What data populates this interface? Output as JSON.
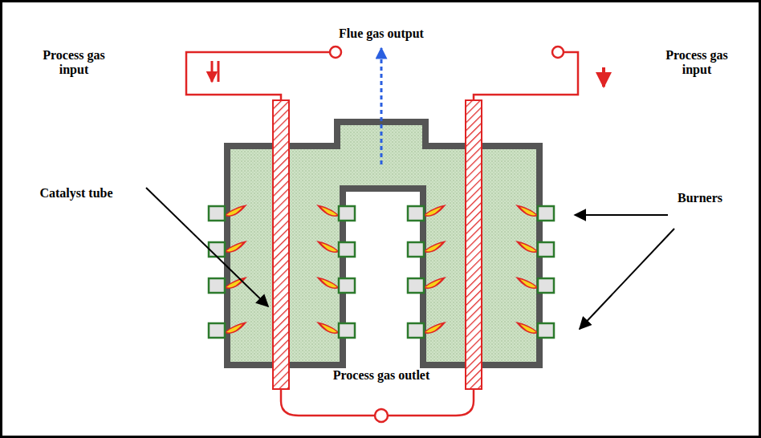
{
  "diagram": {
    "labels": [
      "Flue gas output",
      "Process gas input",
      "Process gas input",
      "Catalyst tube",
      "Burners",
      "Process gas outlet"
    ]
  }
}
